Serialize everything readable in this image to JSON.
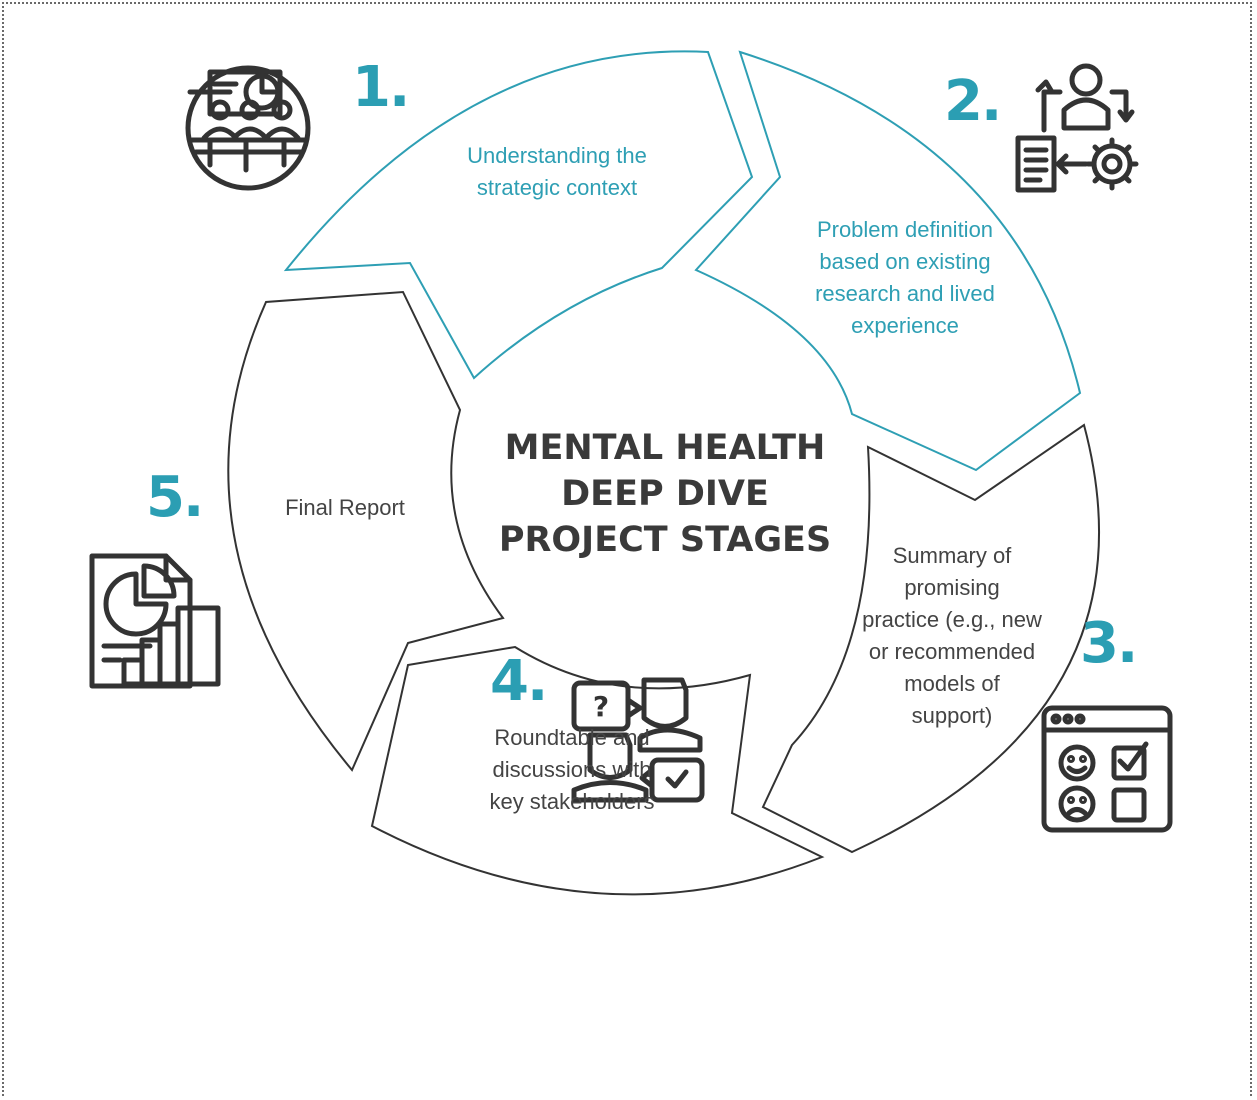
{
  "center_title": [
    "MENTAL HEALTH",
    "DEEP DIVE",
    "PROJECT STAGES"
  ],
  "stages": [
    {
      "number": "1.",
      "lines": [
        "Understanding the",
        "strategic context"
      ],
      "icon": "presentation-meeting-icon"
    },
    {
      "number": "2.",
      "lines": [
        "Problem definition",
        "based on existing",
        "research and lived",
        "experience"
      ],
      "icon": "process-workflow-icon"
    },
    {
      "number": "3.",
      "lines": [
        "Summary of",
        "promising",
        "practice (e.g., new",
        "or recommended",
        "models of",
        "support)"
      ],
      "icon": "feedback-survey-icon"
    },
    {
      "number": "4.",
      "lines": [
        "Roundtable and",
        "discussions with",
        "key stakeholders"
      ],
      "icon": "discussion-people-icon"
    },
    {
      "number": "5.",
      "lines": [
        "Final Report"
      ],
      "icon": "report-document-icon"
    }
  ],
  "colors": {
    "accent": "#2b9eb3",
    "outline": "#333333",
    "text": "#444444"
  }
}
